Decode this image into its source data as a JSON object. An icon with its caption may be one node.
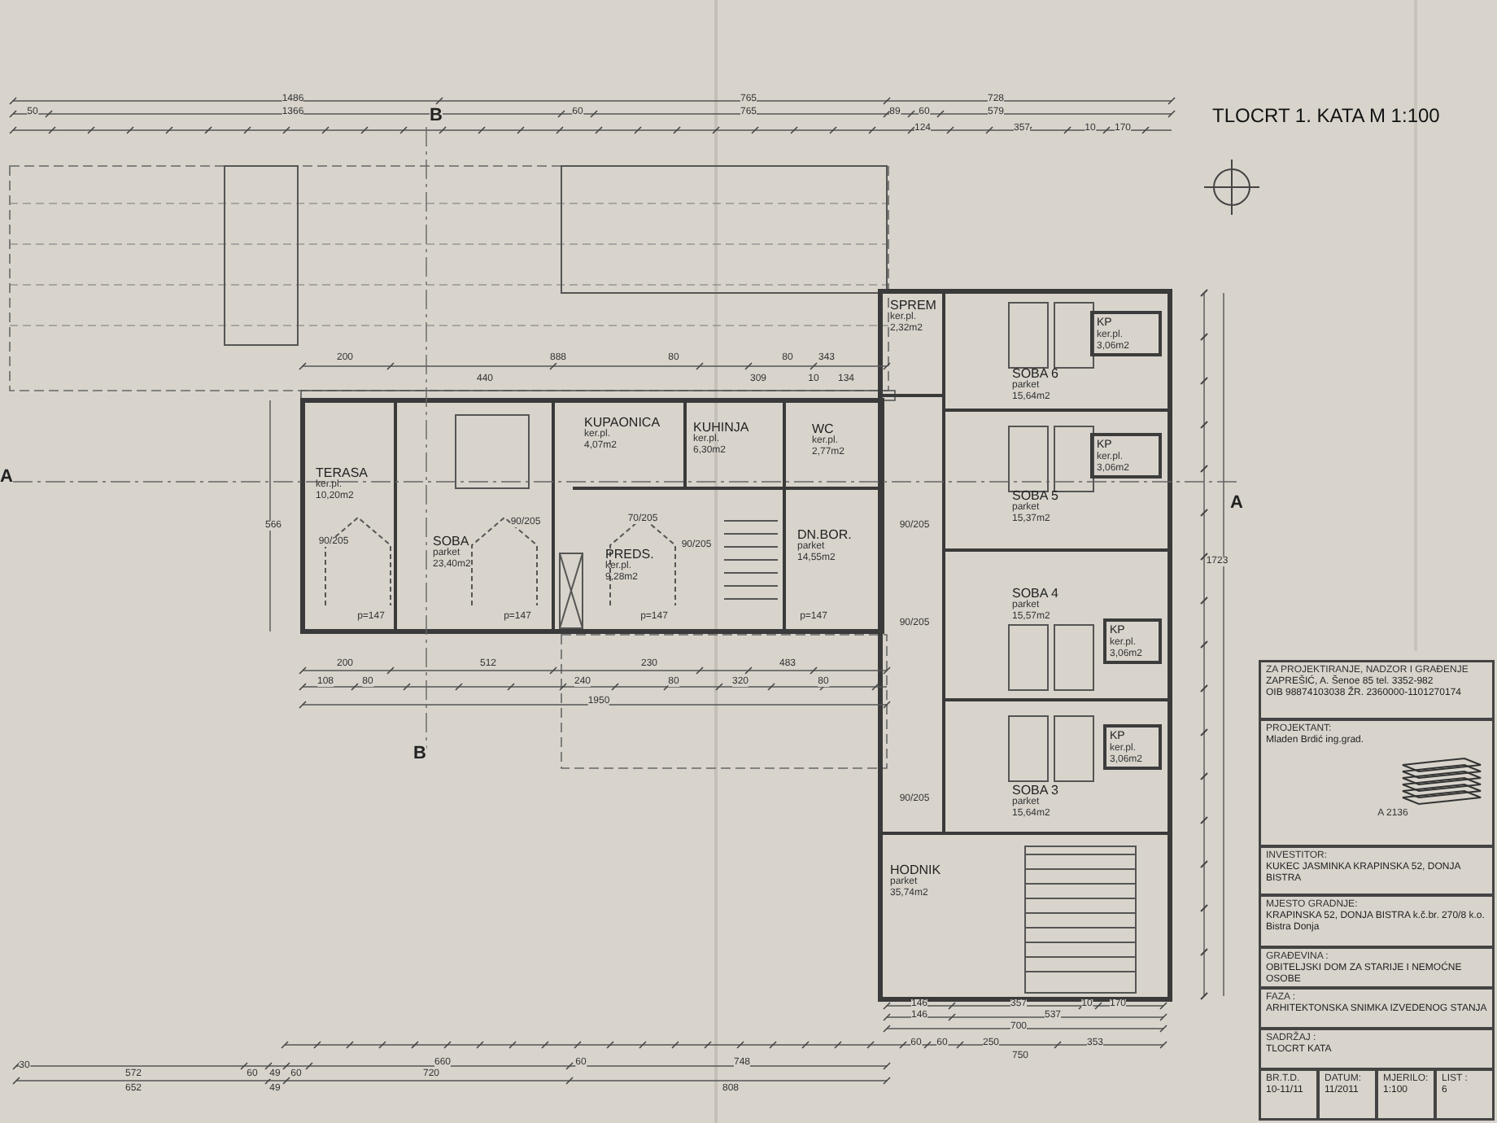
{
  "diagram": {
    "title": "TLOCRT 1. KATA M 1:100",
    "nodes": [
      {
        "text": [
          "TERASA",
          "ker.pl. 10,20m2"
        ]
      },
      {
        "text": [
          "SOBA",
          "parket 23,40m2"
        ]
      },
      {
        "text": [
          "KUPAONICA",
          "ker.pl. 4,07m2"
        ]
      },
      {
        "text": [
          "KUHINJA",
          "ker.pl. 6,30m2"
        ]
      },
      {
        "text": [
          "WC",
          "ker.pl. 2,77m2"
        ]
      },
      {
        "text": [
          "PREDS.",
          "ker.pl. 9,28m2"
        ]
      },
      {
        "text": [
          "DN.BOR.",
          "parket 14,55m2"
        ]
      },
      {
        "text": [
          "SPREM",
          "ker.pl. 2,32m2"
        ]
      },
      {
        "text": [
          "SOBA 6",
          "parket 15,64m2"
        ]
      },
      {
        "text": [
          "KP",
          "ker.pl. 3,06m2"
        ],
        "in": 8
      },
      {
        "text": [
          "SOBA 5",
          "parket 15,37m2"
        ]
      },
      {
        "text": [
          "KP",
          "ker.pl. 3,06m2"
        ],
        "in": 10
      },
      {
        "text": [
          "SOBA 4",
          "parket 15,57m2"
        ]
      },
      {
        "text": [
          "KP",
          "ker.pl. 3,06m2"
        ],
        "in": 12
      },
      {
        "text": [
          "SOBA 3",
          "parket 15,64m2"
        ]
      },
      {
        "text": [
          "KP",
          "ker.pl. 3,06m2"
        ],
        "in": 14
      },
      {
        "text": [
          "HODNIK",
          "parket 35,74m2"
        ]
      },
      {
        "text": [
          "ZA PROJEKTIRANJE, NADZOR I GRAĐENJE",
          "ZAPREŠIĆ, A. Šenoe 85 tel. 3352-982",
          "OIB 98874103038 ŽR. 2360000-1101270174"
        ]
      },
      {
        "text": [
          "PROJEKTANT:",
          "Mladen Brdić ing.grad."
        ]
      },
      {
        "text": [
          "INVESTITOR:",
          "KUKEC JASMINKA KRAPINSKA 52, DONJA BISTRA"
        ]
      },
      {
        "text": [
          "MJESTO GRADNJE:",
          "KRAPINSKA 52, DONJA BISTRA k.č.br. 270/8 k.o. Bistra Donja"
        ]
      },
      {
        "text": [
          "GRAĐEVINA :",
          "OBITELJSKI DOM ZA STARIJE I NEMOĆNE OSOBE"
        ]
      },
      {
        "text": [
          "FAZA :",
          "ARHITEKTONSKA SNIMKA IZVEDENOG STANJA"
        ]
      },
      {
        "text": [
          "SADRŽAJ :",
          "TLOCRT KATA"
        ]
      },
      {
        "text": [
          "BR.T.D.",
          "10-11/11"
        ]
      },
      {
        "text": [
          "DATUM:",
          "11/2011"
        ]
      },
      {
        "text": [
          "MJERILO:",
          "1:100"
        ]
      },
      {
        "text": [
          "LIST :",
          "6"
        ]
      }
    ],
    "labels": [
      "1486",
      "765",
      "728",
      "50",
      "1366",
      "60",
      "765",
      "89",
      "60",
      "579",
      "124",
      "357",
      "10",
      "170",
      "200",
      "440",
      "888",
      "80",
      "309",
      "80",
      "343",
      "10",
      "134",
      "200",
      "512",
      "230",
      "483",
      "108",
      "80",
      "240",
      "80",
      "320",
      "80",
      "1950",
      "566",
      "1723",
      "90/205",
      "90/205",
      "70/205",
      "90/205",
      "90/205",
      "90/205",
      "90/205",
      "p=147",
      "p=147",
      "p=147",
      "p=147",
      "A",
      "A",
      "B",
      "B",
      "146",
      "357",
      "10",
      "170",
      "146",
      "537",
      "700",
      "60",
      "60",
      "250",
      "353",
      "750",
      "30",
      "572",
      "60",
      "49",
      "60",
      "660",
      "60",
      "748",
      "720",
      "652",
      "49",
      "808",
      "A 2136"
    ]
  }
}
